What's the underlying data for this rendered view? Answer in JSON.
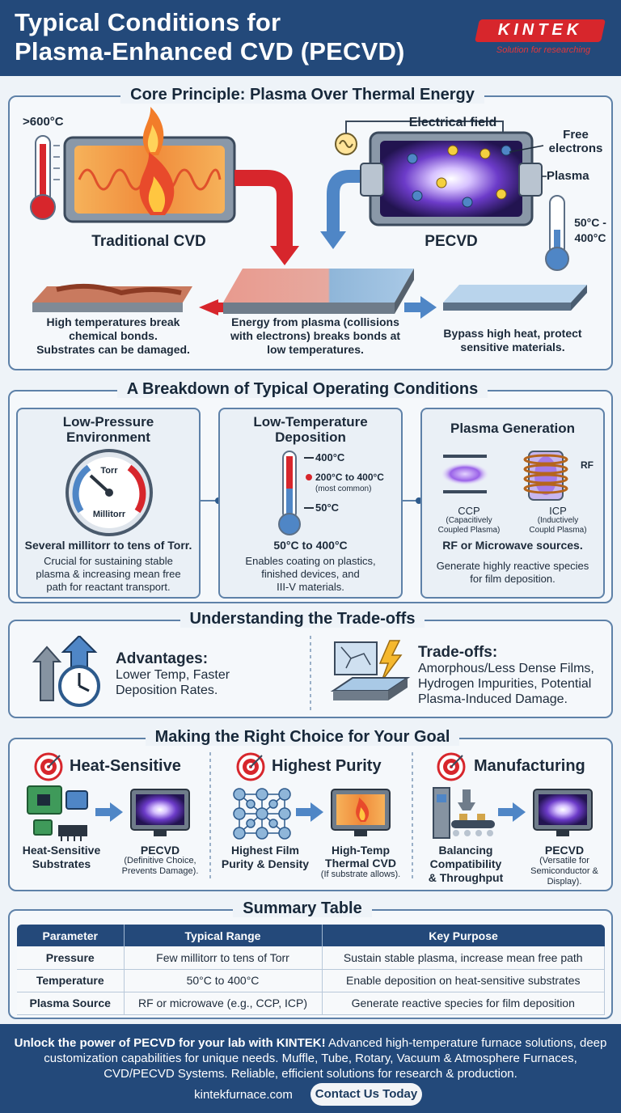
{
  "header": {
    "title_line1": "Typical Conditions for",
    "title_line2": "Plasma-Enhanced CVD (PECVD)",
    "logo_name": "KINTEK",
    "logo_tagline": "Solution for researching"
  },
  "core": {
    "title": "Core Principle: Plasma Over Thermal Energy",
    "temp_high": ">600°C",
    "traditional_label": "Traditional CVD",
    "electric_field": "Electrical field",
    "free_electrons_1": "Free",
    "free_electrons_2": "electrons",
    "plasma_label": "Plasma",
    "temp_low_1": "50°C -",
    "temp_low_2": "400°C",
    "pecvd_label": "PECVD",
    "left_caption": [
      "High temperatures break",
      "chemical bonds.",
      "Substrates can be damaged."
    ],
    "center_caption": [
      "Energy from plasma (collisions",
      "with electrons) breaks bonds at",
      "low temperatures."
    ],
    "right_caption": [
      "Bypass high heat, protect",
      "sensitive materials."
    ]
  },
  "breakdown": {
    "title": "A Breakdown of Typical Operating Conditions",
    "pressure": {
      "title_1": "Low-Pressure",
      "title_2": "Environment",
      "gauge_top": "Torr",
      "gauge_bottom": "Millitorr",
      "value": "Several millitorr to tens of Torr.",
      "desc": [
        "Crucial for sustaining stable",
        "plasma & increasing mean free",
        "path for reactant transport."
      ]
    },
    "temperature": {
      "title_1": "Low-Temperature",
      "title_2": "Deposition",
      "mark_high": "400°C",
      "mark_mid": "200°C to 400°C",
      "mark_mid_note": "(most common)",
      "mark_low": "50°C",
      "value": "50°C to 400°C",
      "desc": [
        "Enables coating on plastics,",
        "finished devices, and",
        "III-V materials."
      ]
    },
    "plasma": {
      "title": "Plasma Generation",
      "rf": "RF",
      "ccp": "CCP",
      "ccp_desc_1": "(Capacitively",
      "ccp_desc_2": "Coupled Plasma)",
      "icp": "ICP",
      "icp_desc_1": "(Inductively",
      "icp_desc_2": "Coupld Plasma)",
      "value": "RF or Microwave sources.",
      "desc": [
        "Generate highly reactive species",
        "for film deposition."
      ]
    }
  },
  "tradeoffs": {
    "title": "Understanding the Trade-offs",
    "adv_title": "Advantages:",
    "adv_text": [
      "Lower Temp, Faster",
      "Deposition Rates."
    ],
    "trade_title": "Trade-offs:",
    "trade_text": [
      "Amorphous/Less Dense Films,",
      "Hydrogen Impurities, Potential",
      "Plasma-Induced Damage."
    ]
  },
  "choice": {
    "title": "Making the Right Choice for Your Goal",
    "goals": [
      {
        "heading": "Heat-Sensitive",
        "left_1": "Heat-Sensitive",
        "left_2": "Substrates",
        "left_3": "",
        "right_1": "PECVD",
        "right_2": "(Definitive Choice,",
        "right_3": "Prevents Damage)."
      },
      {
        "heading": "Highest Purity",
        "left_1": "Highest Film",
        "left_2": "Purity & Density",
        "left_3": "",
        "right_1": "High-Temp",
        "right_2": "Thermal CVD",
        "right_3": "(If substrate allows)."
      },
      {
        "heading": "Manufacturing",
        "left_1": "Balancing",
        "left_2": "Compatibility",
        "left_3": "& Throughput",
        "right_1": "PECVD",
        "right_2": "(Versatile for",
        "right_3": "Semiconductor & Display)."
      }
    ]
  },
  "summary": {
    "title": "Summary Table",
    "headers": [
      "Parameter",
      "Typical Range",
      "Key Purpose"
    ],
    "rows": [
      [
        "Pressure",
        "Few millitorr to tens of Torr",
        "Sustain stable plasma, increase mean free path"
      ],
      [
        "Temperature",
        "50°C to 400°C",
        "Enable deposition on heat-sensitive substrates"
      ],
      [
        "Plasma Source",
        "RF or microwave (e.g., CCP, ICP)",
        "Generate reactive species for film deposition"
      ]
    ]
  },
  "footer": {
    "bold_lead": "Unlock the power of PECVD for your lab with KINTEK!",
    "text_1": " Advanced high-temperature furnace solutions, deep",
    "text_2": "customization capabilities for unique needs. Muffle, Tube, Rotary, Vacuum & Atmosphere Furnaces,",
    "text_3": "CVD/PECVD Systems. Reliable, efficient solutions for research & production.",
    "url": "kintekfurnace.com",
    "cta": "Contact Us Today"
  },
  "colors": {
    "navy": "#23497a",
    "border": "#5e81a8",
    "red": "#d7262c",
    "plasma": "#8a4fd8",
    "blue_arrow": "#4f86c6"
  }
}
